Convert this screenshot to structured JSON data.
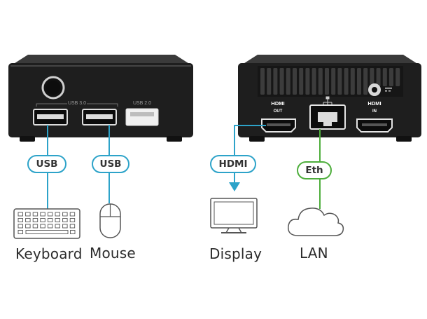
{
  "labels": {
    "usb_keyboard": "USB",
    "usb_mouse": "USB",
    "hdmi": "HDMI",
    "eth": "Eth"
  },
  "captions": {
    "keyboard": "Keyboard",
    "mouse": "Mouse",
    "display": "Display",
    "lan": "LAN"
  },
  "device_front": {
    "usb30": "USB 3.0",
    "usb20": "USB 2.0"
  },
  "device_back": {
    "hdmi_out_logo": "HDMI",
    "hdmi_out": "OUT",
    "hdmi_in_logo": "HDMI",
    "hdmi_in": "IN"
  },
  "colors": {
    "usb_hdmi_line": "#2da3c9",
    "eth_line": "#4eae3c",
    "device_body": "#1e1e1e"
  }
}
